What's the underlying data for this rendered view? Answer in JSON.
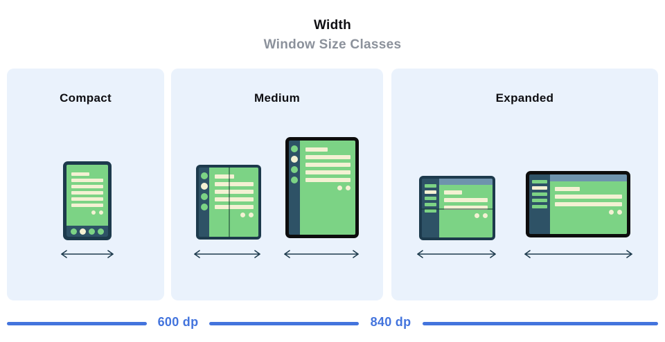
{
  "header": {
    "title": "Width",
    "subtitle": "Window Size Classes"
  },
  "panels": [
    {
      "id": "compact",
      "label": "Compact",
      "devices": [
        "phone"
      ]
    },
    {
      "id": "medium",
      "label": "Medium",
      "devices": [
        "foldable-portrait",
        "tablet-portrait"
      ]
    },
    {
      "id": "expanded",
      "label": "Expanded",
      "devices": [
        "foldable-landscape",
        "tablet-landscape"
      ]
    }
  ],
  "ruler": {
    "labels": [
      "600 dp",
      "840 dp"
    ]
  },
  "colors": {
    "panel_bg": "#eaf2fc",
    "frame_navy": "#1d3a4c",
    "frame_black": "#0d0d0d",
    "rail_navy": "#2e5266",
    "screen_green": "#7cd385",
    "cream": "#f4f1d3",
    "topbar": "#6e93ad",
    "accent_blue": "#4374dd",
    "subtitle_gray": "#8b919b",
    "text_black": "#0e0e12"
  }
}
